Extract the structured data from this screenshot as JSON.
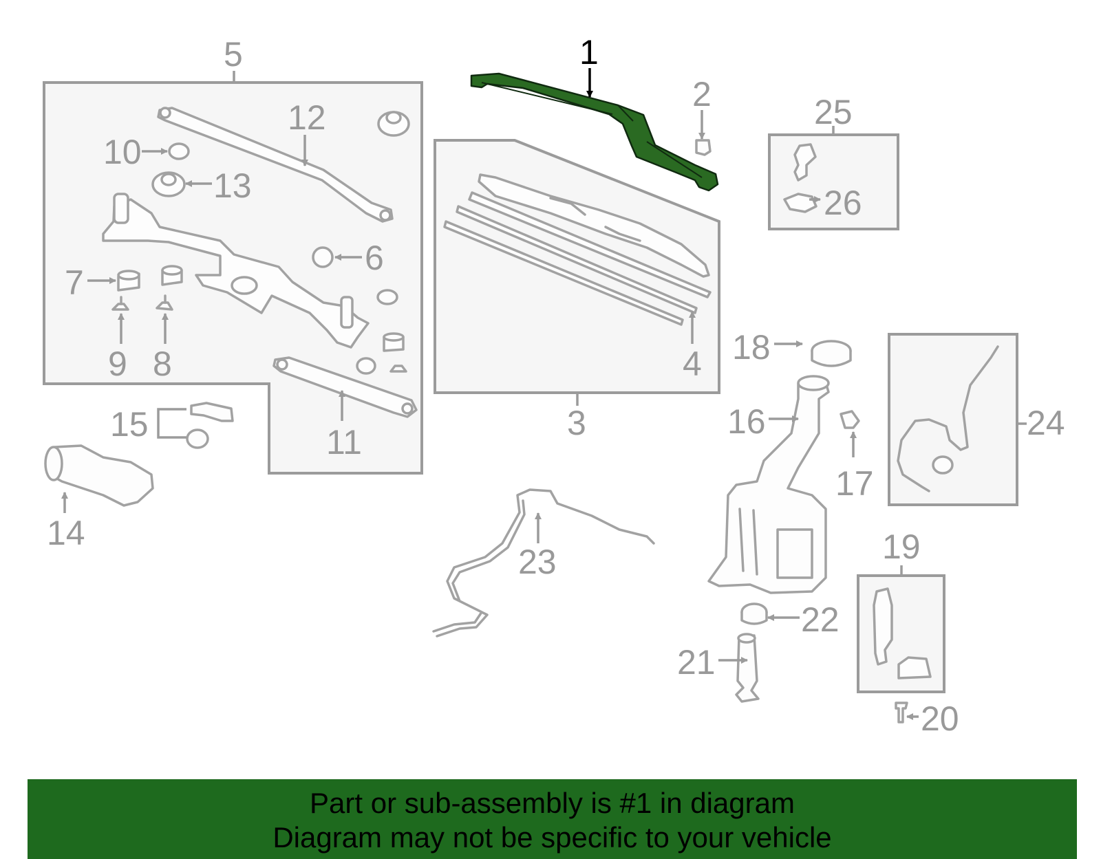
{
  "diagram": {
    "callouts": [
      "1",
      "2",
      "3",
      "4",
      "5",
      "6",
      "7",
      "8",
      "9",
      "10",
      "11",
      "12",
      "13",
      "14",
      "15",
      "16",
      "17",
      "18",
      "19",
      "20",
      "21",
      "22",
      "23",
      "24",
      "25",
      "26"
    ],
    "highlighted_callout": "1",
    "highlight_color": "#1e6a1e"
  },
  "banner": {
    "line1": "Part or sub-assembly is #1 in diagram",
    "line2": "Diagram may not be specific to your vehicle",
    "background": "#1e6a1e"
  }
}
